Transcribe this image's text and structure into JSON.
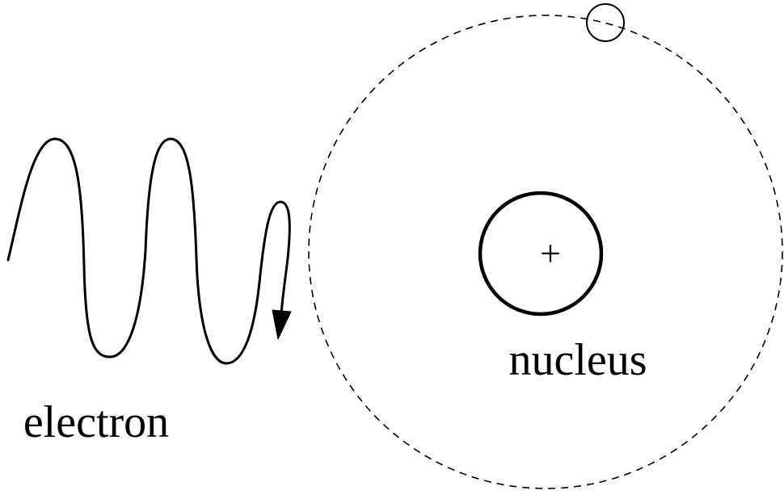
{
  "labels": {
    "electron": "electron",
    "nucleus": "nucleus",
    "nucleus_charge": "+"
  },
  "colors": {
    "stroke": "#000000",
    "background": "#ffffff"
  },
  "elements": {
    "orbit_style": "dashed",
    "wave_arrow": "arrowhead at end of wave pointing down"
  }
}
